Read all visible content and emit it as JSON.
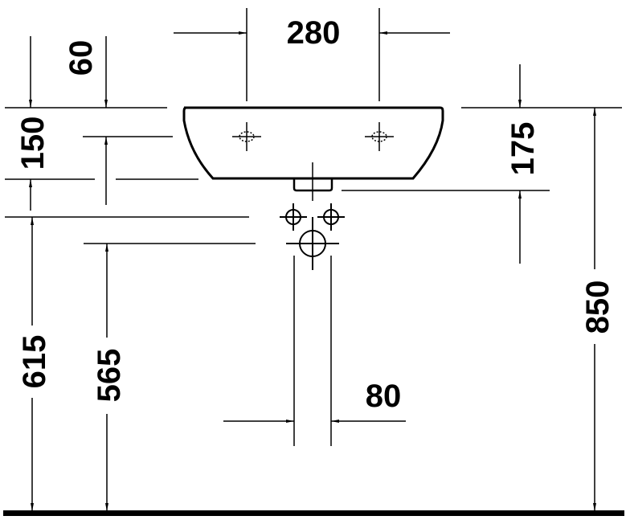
{
  "drawing": {
    "subject": "wall-mounted washbasin dimension drawing",
    "units": "mm",
    "line_color": "#000000",
    "background": "#ffffff"
  },
  "dimensions": {
    "tap_hole_spacing": "280",
    "top_offset": "60",
    "basin_front_height": "150",
    "basin_side_height": "175",
    "waste_height": "615",
    "supply_height": "565",
    "overall_height": "850",
    "waste_pipe_width": "80"
  }
}
